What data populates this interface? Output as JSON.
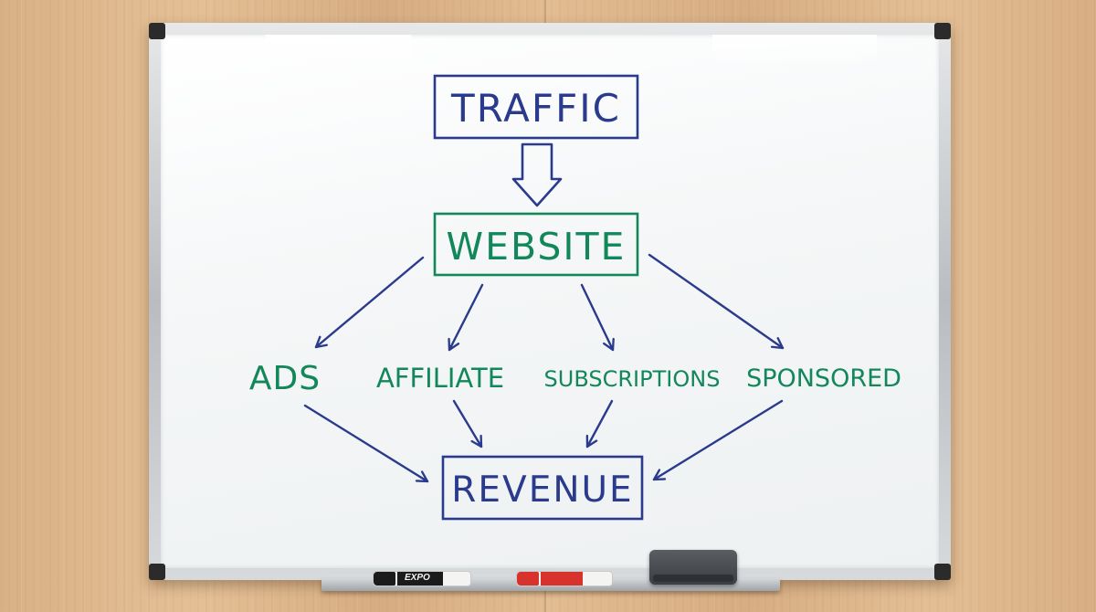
{
  "scene": {
    "top_box": "TRAFFIC",
    "middle_box": "WEBSITE",
    "streams": [
      "ADS",
      "AFFILIATE",
      "SUBSCRIPTIONS",
      "SPONSORED"
    ],
    "bottom_box": "REVENUE",
    "colors": {
      "blue_marker": "#2a3a8c",
      "green_marker": "#12875a",
      "red_marker": "#d8322c",
      "black_marker": "#1b1b1b"
    },
    "black_marker_brand": "EXPO"
  }
}
